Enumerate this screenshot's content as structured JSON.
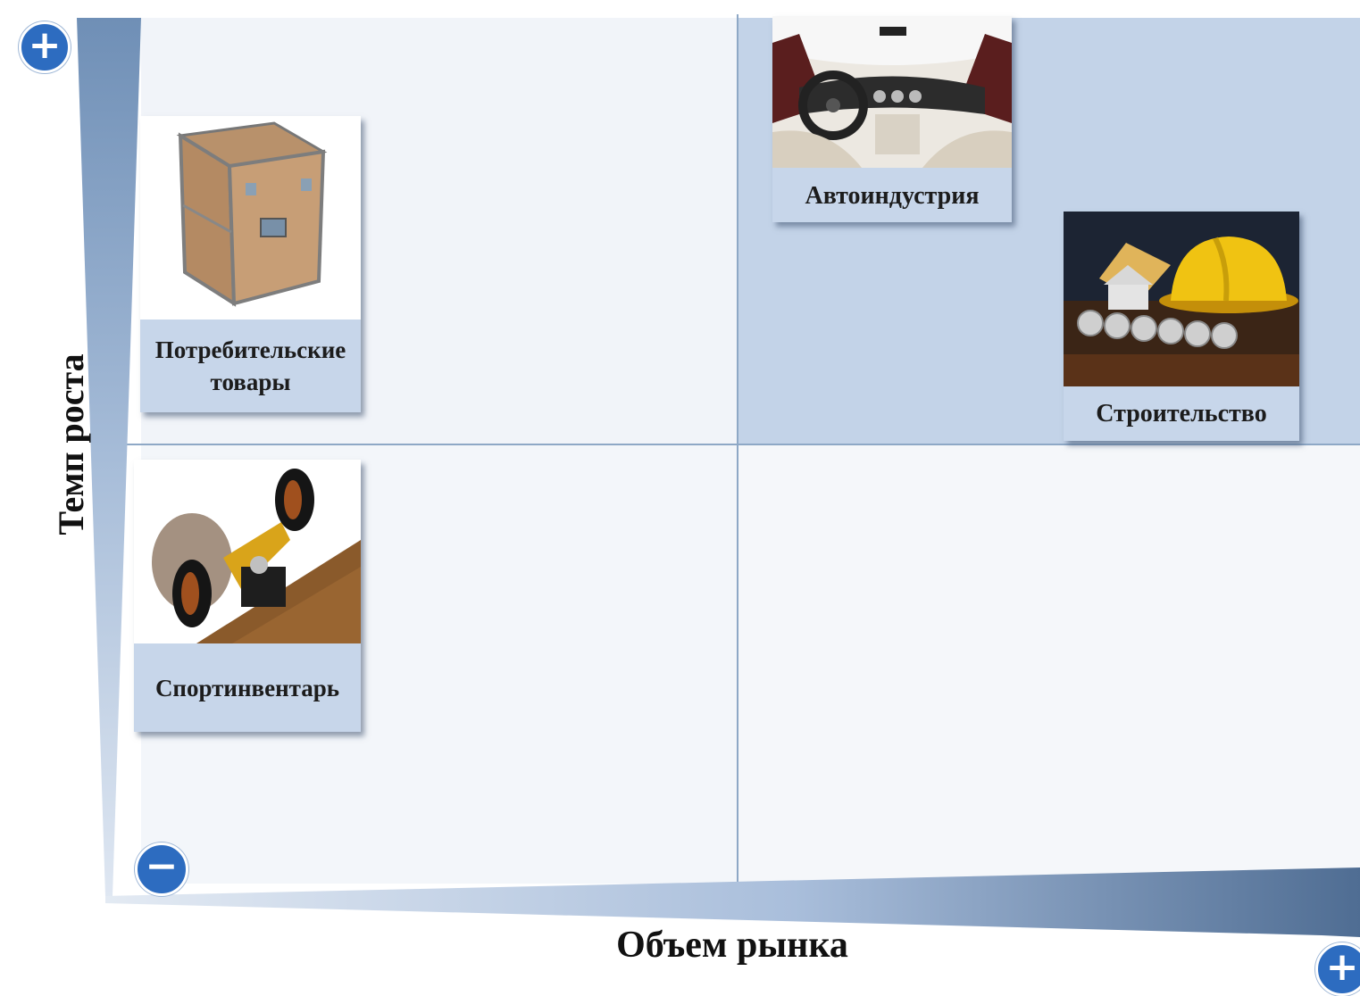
{
  "axes": {
    "y_title": "Темп роста",
    "x_title": "Объем рынка",
    "y_high_marker": "+",
    "origin_marker": "−",
    "x_high_marker": "+"
  },
  "colors": {
    "highlight_quadrant": "#c3d3e8",
    "plain_quadrant": "#f1f4f9",
    "marker_fill": "#2d6cc0",
    "label_panel": "#c7d6ea"
  },
  "items": {
    "consumer_goods": {
      "label": "Потребительские товары",
      "quadrant": "top-left",
      "icon": "equipment-case-photo"
    },
    "auto_industry": {
      "label": "Автоиндустрия",
      "quadrant": "top-right",
      "icon": "car-interior-photo"
    },
    "construction": {
      "label": "Строительство",
      "quadrant": "top-right",
      "icon": "hard-hat-blueprints-photo"
    },
    "sports_equipment": {
      "label": "Спортинвентарь",
      "quadrant": "bottom-left",
      "icon": "skateboard-wheel-photo"
    }
  }
}
